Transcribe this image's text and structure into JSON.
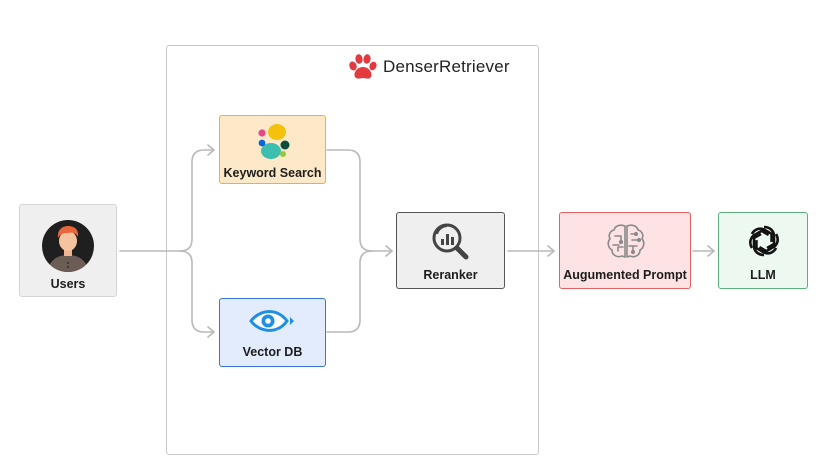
{
  "brand": {
    "name": "DenserRetriever",
    "logo_icon": "paw-icon",
    "logo_color": "#e23a3f"
  },
  "nodes": {
    "users": {
      "label": "Users",
      "icon": "user-avatar-icon",
      "fill": "#efefef",
      "border": "#cfcfcf"
    },
    "keyword_search": {
      "label": "Keyword Search",
      "icon": "elastic-search-icon",
      "fill": "#fde9c8",
      "border": "#f0b030"
    },
    "vector_db": {
      "label": "Vector DB",
      "icon": "eye-icon",
      "fill": "#e3ecfc",
      "border": "#3a73e0"
    },
    "reranker": {
      "label": "Reranker",
      "icon": "magnify-chart-icon",
      "fill": "#efefef",
      "border": "#555555"
    },
    "augmented_prompt": {
      "label": "Augumented Prompt",
      "icon": "brain-circuit-icon",
      "fill": "#fde3e3",
      "border": "#e36161"
    },
    "llm": {
      "label": "LLM",
      "icon": "openai-icon",
      "fill": "#edf8f0",
      "border": "#5cb07c"
    }
  },
  "edges": [
    {
      "from": "users",
      "to": "keyword_search"
    },
    {
      "from": "users",
      "to": "vector_db"
    },
    {
      "from": "keyword_search",
      "to": "reranker"
    },
    {
      "from": "vector_db",
      "to": "reranker"
    },
    {
      "from": "reranker",
      "to": "augmented_prompt"
    },
    {
      "from": "augmented_prompt",
      "to": "llm"
    }
  ]
}
